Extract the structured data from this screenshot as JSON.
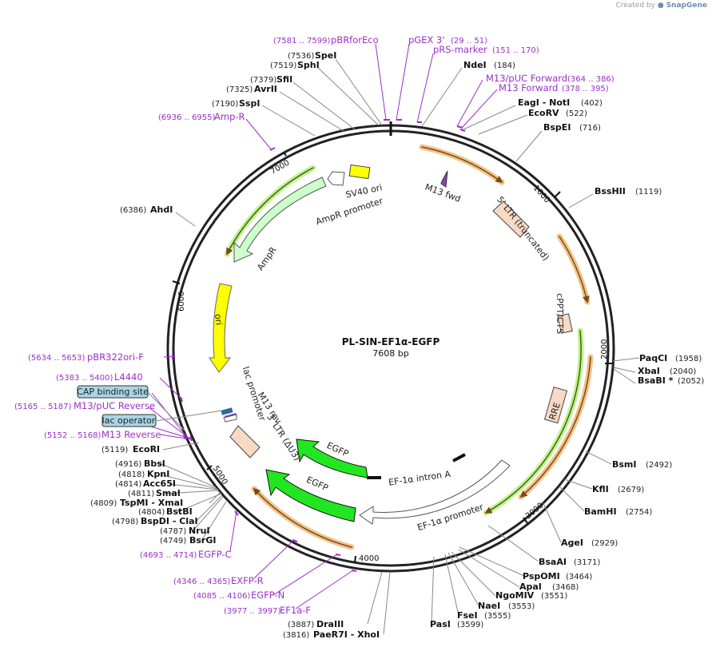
{
  "credit": {
    "prefix": "Created by",
    "brand": "SnapGene"
  },
  "plasmid": {
    "name": "PL-SIN-EF1α-EGFP",
    "length_label": "7608 bp"
  },
  "ticks": [
    {
      "label": "1000"
    },
    {
      "label": "2000"
    },
    {
      "label": "3000"
    },
    {
      "label": "4000"
    },
    {
      "label": "5000"
    },
    {
      "label": "6000"
    },
    {
      "label": "7000"
    }
  ],
  "features": [
    {
      "name": "M13 fwd",
      "color": "#8e44ad"
    },
    {
      "name": "5' LTR (truncated)",
      "color": "#f7d9c4"
    },
    {
      "name": "cPPT/CTS",
      "color": "#f7d9c4"
    },
    {
      "name": "RRE",
      "color": "#f7d9c4"
    },
    {
      "name": "EF-1α promoter",
      "color": "#ffffff"
    },
    {
      "name": "EF-1α intron A",
      "color": "#ffffff"
    },
    {
      "name": "EGFP",
      "color": "#22e622"
    },
    {
      "name": "EGFP",
      "color": "#22e622"
    },
    {
      "name": "3' LTR (ΔU3)",
      "color": "#f7d9c4"
    },
    {
      "name": "M13 rev",
      "color": "#8e44ad"
    },
    {
      "name": "lac promoter",
      "color": "#ffffff"
    },
    {
      "name": "ori",
      "color": "#ffff00"
    },
    {
      "name": "AmpR",
      "color": "#ccffcc"
    },
    {
      "name": "AmpR promoter",
      "color": "#ffffff"
    },
    {
      "name": "SV40 ori",
      "color": "#ffff00"
    }
  ],
  "enzymes": [
    {
      "name": "SpeI",
      "pos": "(7536)"
    },
    {
      "name": "SphI",
      "pos": "(7519)"
    },
    {
      "name": "SfiI",
      "pos": "(7379)"
    },
    {
      "name": "AvrII",
      "pos": "(7325)"
    },
    {
      "name": "SspI",
      "pos": "(7190)"
    },
    {
      "name": "NdeI",
      "pos": "(184)"
    },
    {
      "name": "EagI - NotI",
      "pos": "(402)"
    },
    {
      "name": "EcoRV",
      "pos": "(522)"
    },
    {
      "name": "BspEI",
      "pos": "(716)"
    },
    {
      "name": "BssHII",
      "pos": "(1119)"
    },
    {
      "name": "AhdI",
      "pos": "(6386)"
    },
    {
      "name": "PaqCI",
      "pos": "(1958)"
    },
    {
      "name": "XbaI",
      "pos": "(2040)"
    },
    {
      "name": "BsaBI *",
      "pos": "(2052)"
    },
    {
      "name": "BsmI",
      "pos": "(2492)"
    },
    {
      "name": "KflI",
      "pos": "(2679)"
    },
    {
      "name": "BamHI",
      "pos": "(2754)"
    },
    {
      "name": "AgeI",
      "pos": "(2929)"
    },
    {
      "name": "BsaAI",
      "pos": "(3171)"
    },
    {
      "name": "PspOMI",
      "pos": "(3464)"
    },
    {
      "name": "ApaI",
      "pos": "(3468)"
    },
    {
      "name": "NgoMIV",
      "pos": "(3551)"
    },
    {
      "name": "NaeI",
      "pos": "(3553)"
    },
    {
      "name": "FseI",
      "pos": "(3555)"
    },
    {
      "name": "PasI",
      "pos": "(3599)"
    },
    {
      "name": "DraIII",
      "pos": "(3887)"
    },
    {
      "name": "PaeR7I - XhoI",
      "pos": "(3816)"
    },
    {
      "name": "EcoRI",
      "pos": "(5119)"
    },
    {
      "name": "BbsI",
      "pos": "(4916)"
    },
    {
      "name": "KpnI",
      "pos": "(4818)"
    },
    {
      "name": "Acc65I",
      "pos": "(4814)"
    },
    {
      "name": "SmaI",
      "pos": "(4811)"
    },
    {
      "name": "TspMI - XmaI",
      "pos": "(4809)"
    },
    {
      "name": "BstBI",
      "pos": "(4804)"
    },
    {
      "name": "BspDI - ClaI",
      "pos": "(4798)"
    },
    {
      "name": "NruI",
      "pos": "(4787)"
    },
    {
      "name": "BsrGI",
      "pos": "(4749)"
    }
  ],
  "primers": [
    {
      "name": "pBRforEco",
      "range": "(7581 .. 7599)"
    },
    {
      "name": "pGEX 3'",
      "range": "(29 .. 51)"
    },
    {
      "name": "pRS-marker",
      "range": "(151 .. 170)"
    },
    {
      "name": "M13/pUC Forward",
      "range": "(364 .. 386)"
    },
    {
      "name": "M13 Forward",
      "range": "(378 .. 395)"
    },
    {
      "name": "Amp-R",
      "range": "(6936 .. 6955)"
    },
    {
      "name": "pBR322ori-F",
      "range": "(5634 .. 5653)"
    },
    {
      "name": "L4440",
      "range": "(5383 .. 5400)"
    },
    {
      "name": "M13/pUC Reverse",
      "range": "(5165 .. 5187)"
    },
    {
      "name": "M13 Reverse",
      "range": "(5152 .. 5168)"
    },
    {
      "name": "EGFP-C",
      "range": "(4693 .. 4714)"
    },
    {
      "name": "EXFP-R",
      "range": "(4346 .. 4365)"
    },
    {
      "name": "EGFP-N",
      "range": "(4085 .. 4106)"
    },
    {
      "name": "EF1a-F",
      "range": "(3977 .. 3997)"
    }
  ],
  "boxed_labels": [
    {
      "name": "CAP binding site",
      "color": "#a8d5e5"
    },
    {
      "name": "lac operator",
      "color": "#a8d5e5"
    }
  ]
}
